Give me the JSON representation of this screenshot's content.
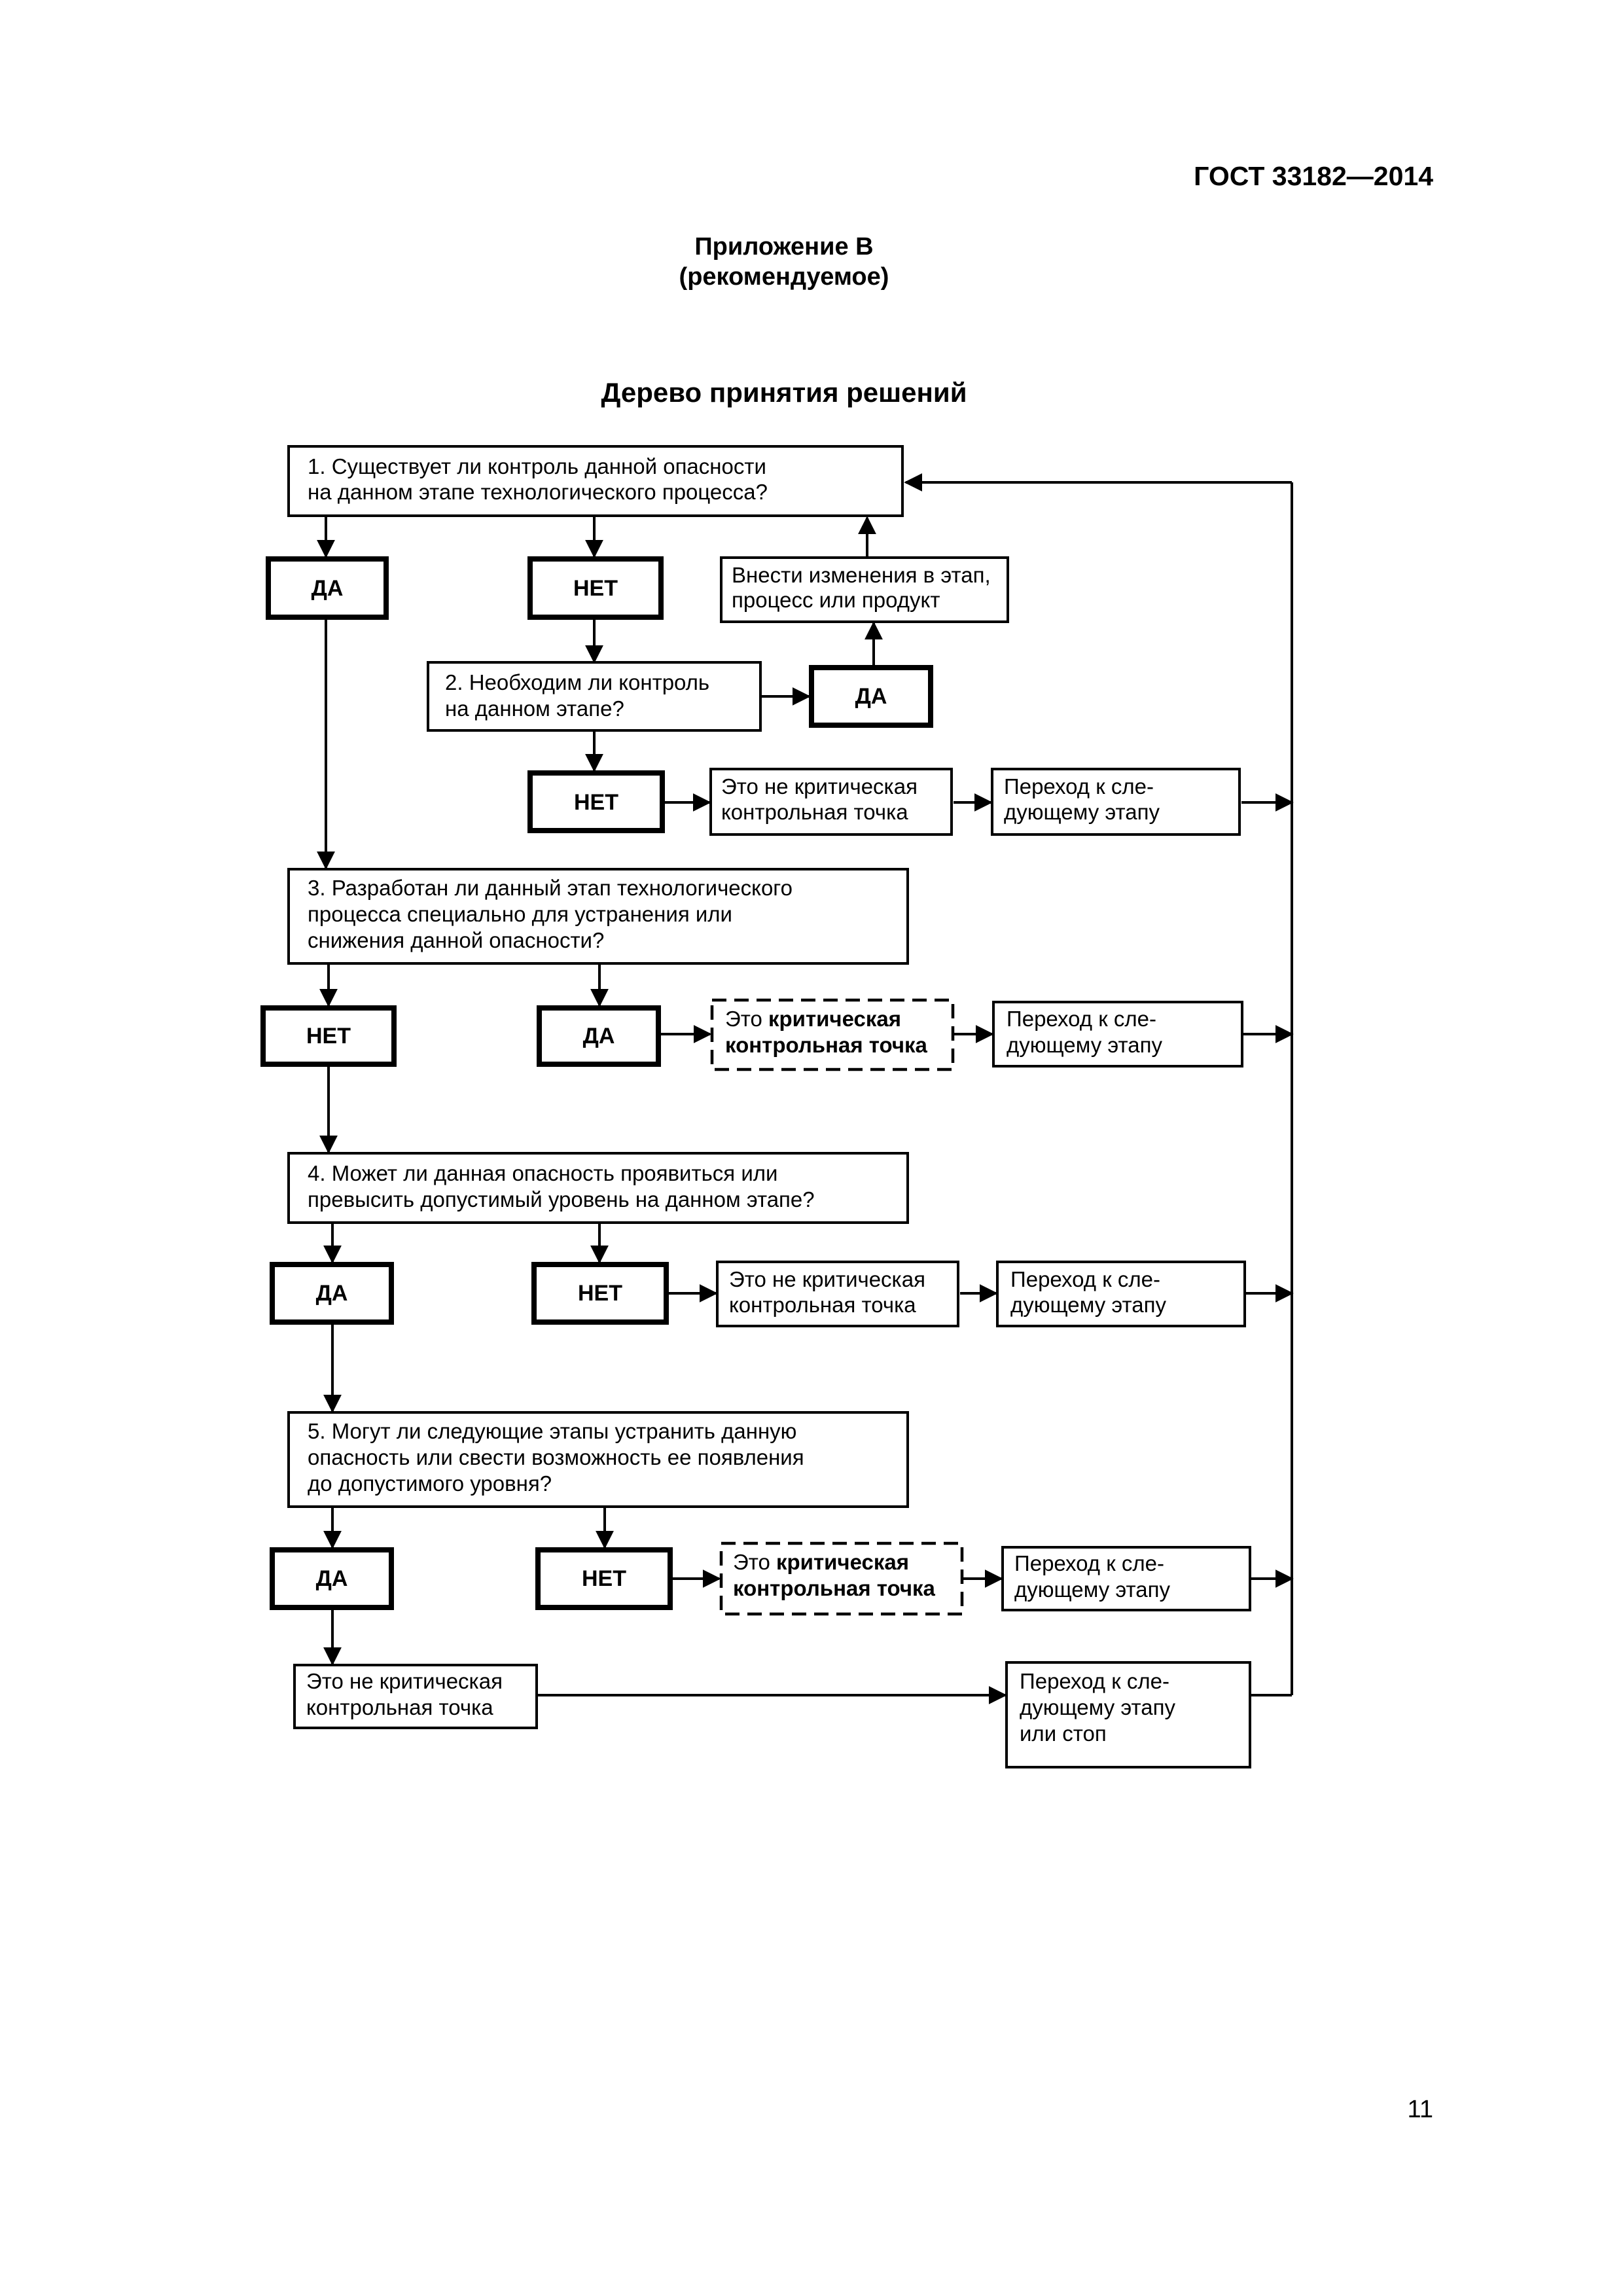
{
  "header": {
    "doc_code": "ГОСТ 33182—2014",
    "appendix_title": "Приложение В",
    "appendix_type": "(рекомендуемое)",
    "diagram_title": "Дерево принятия решений"
  },
  "page_number": "11",
  "diagram": {
    "q1": [
      "1. Существует ли контроль данной опасности",
      "на данном этапе технологического процесса?"
    ],
    "q1_yes": "ДА",
    "q1_no": "НЕТ",
    "modify": [
      "Внести изменения в этап,",
      "процесс или продукт"
    ],
    "q2": [
      "2. Необходим ли контроль",
      "на данном этапе?"
    ],
    "q2_yes": "ДА",
    "q2_no": "НЕТ",
    "q2_not_ccp": [
      "Это не критическая",
      "контрольная точка"
    ],
    "q2_next": [
      "Переход к сле-",
      "дующему этапу"
    ],
    "q3": [
      "3. Разработан ли данный этап технологического",
      "процесса специально для устранения или",
      "снижения данной опасности?"
    ],
    "q3_no": "НЕТ",
    "q3_yes": "ДА",
    "q3_ccp_prefix": "Это",
    "q3_ccp_bold_1": "критическая",
    "q3_ccp_bold_2": "контрольная точка",
    "q3_next": [
      "Переход к сле-",
      "дующему этапу"
    ],
    "q4": [
      "4. Может ли данная опасность проявиться или",
      "превысить допустимый уровень на данном этапе?"
    ],
    "q4_yes": "ДА",
    "q4_no": "НЕТ",
    "q4_not_ccp": [
      "Это не критическая",
      "контрольная точка"
    ],
    "q4_next": [
      "Переход к сле-",
      "дующему этапу"
    ],
    "q5": [
      "5. Могут ли следующие этапы устранить данную",
      "опасность или свести возможность ее появления",
      "до допустимого уровня?"
    ],
    "q5_yes": "ДА",
    "q5_no": "НЕТ",
    "q5_ccp_prefix": "Это",
    "q5_ccp_bold_1": "критическая",
    "q5_ccp_bold_2": "контрольная точка",
    "q5_next": [
      "Переход к сле-",
      "дующему этапу"
    ],
    "q5_not_ccp": [
      "Это не критическая",
      "контрольная точка"
    ],
    "final_next": [
      "Переход к сле-",
      "дующему этапу",
      "или стоп"
    ]
  }
}
